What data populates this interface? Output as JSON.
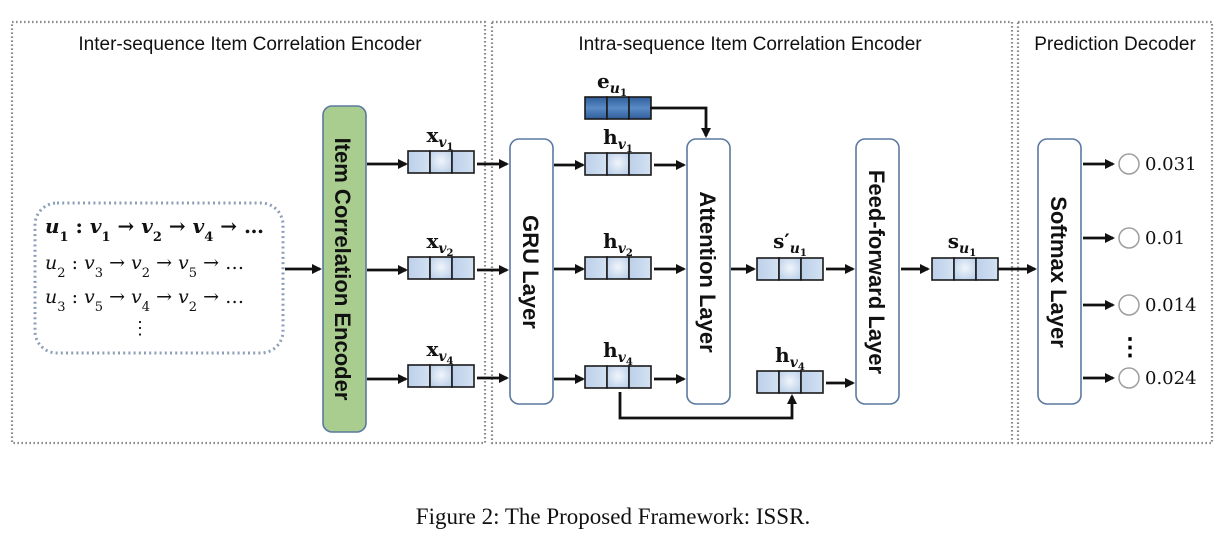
{
  "figure": {
    "caption": "Figure 2: The Proposed Framework: ISSR."
  },
  "panels": {
    "inter": {
      "title": "Inter-sequence Item Correlation Encoder"
    },
    "intra": {
      "title": "Intra-sequence Item Correlation  Encoder"
    },
    "decoder": {
      "title": "Prediction Decoder"
    }
  },
  "sequences": [
    {
      "user": "u",
      "user_sub": "1",
      "items": [
        {
          "v": "v",
          "s": "1"
        },
        {
          "v": "v",
          "s": "2"
        },
        {
          "v": "v",
          "s": "4"
        }
      ],
      "bold": true
    },
    {
      "user": "u",
      "user_sub": "2",
      "items": [
        {
          "v": "v",
          "s": "3"
        },
        {
          "v": "v",
          "s": "2"
        },
        {
          "v": "v",
          "s": "5"
        }
      ],
      "bold": false
    },
    {
      "user": "u",
      "user_sub": "3",
      "items": [
        {
          "v": "v",
          "s": "5"
        },
        {
          "v": "v",
          "s": "4"
        },
        {
          "v": "v",
          "s": "2"
        }
      ],
      "bold": false
    }
  ],
  "sequence_symbols": {
    "colon": ":",
    "arrow": "→",
    "ellipsis": "…",
    "vdots": "⋮"
  },
  "layers": {
    "item_correlation_encoder": "Item Correlation Encoder",
    "gru": "GRU Layer",
    "attention": "Attention Layer",
    "feed_forward": "Feed-forward Layer",
    "softmax": "Softmax Layer"
  },
  "vectors": {
    "x_v1": {
      "base": "x",
      "sub": "v",
      "subsub": "1"
    },
    "x_v2": {
      "base": "x",
      "sub": "v",
      "subsub": "2"
    },
    "x_v4": {
      "base": "x",
      "sub": "v",
      "subsub": "4"
    },
    "e_u1": {
      "base": "e",
      "sub": "u",
      "subsub": "1"
    },
    "h_v1": {
      "base": "h",
      "sub": "v",
      "subsub": "1"
    },
    "h_v2": {
      "base": "h",
      "sub": "v",
      "subsub": "2"
    },
    "h_v4": {
      "base": "h",
      "sub": "v",
      "subsub": "4"
    },
    "h_v4_skip": {
      "base": "h",
      "sub": "v",
      "subsub": "4"
    },
    "s_prime_u1": {
      "base": "s′",
      "sub": "u",
      "subsub": "1"
    },
    "s_u1": {
      "base": "s",
      "sub": "u",
      "subsub": "1"
    }
  },
  "outputs": [
    {
      "value": "0.031"
    },
    {
      "value": "0.01"
    },
    {
      "value": "0.014"
    },
    {
      "value": "0.024"
    }
  ],
  "outputs_vdots": "⋮",
  "colors": {
    "item_encoder_fill": "#a9cd8e",
    "vector_light": "#c7d8ee",
    "vector_dark": "#3f6ea8",
    "layer_border": "#5b7aa0",
    "panel_border": "#8c8c8c"
  }
}
